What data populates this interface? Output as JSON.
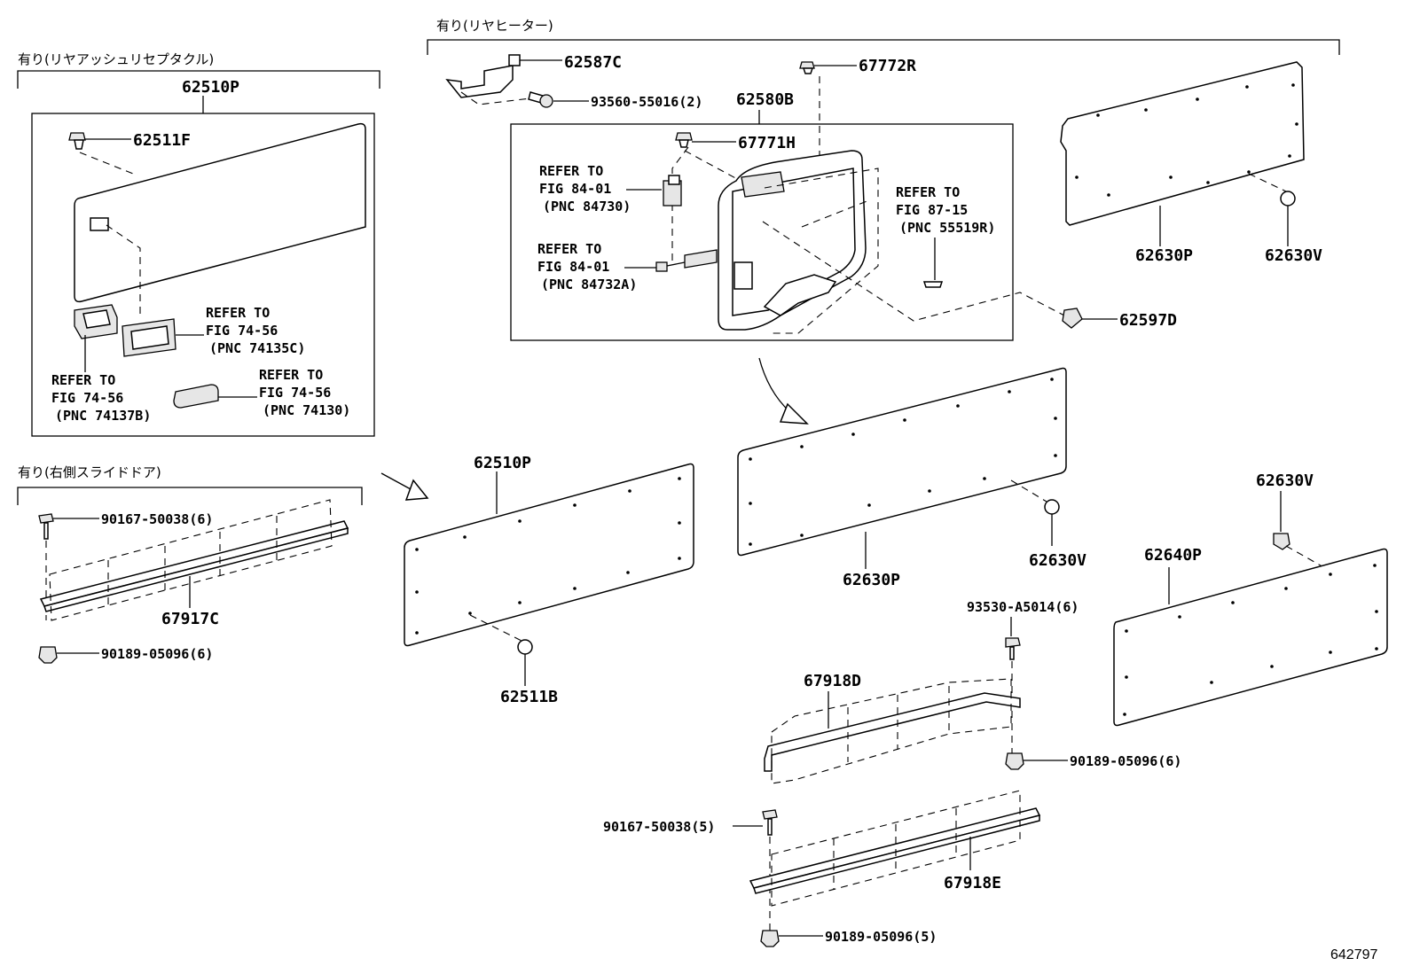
{
  "headers": {
    "rear_ashtray": "有り(リヤアッシュリセプタクル)",
    "rear_heater": "有り(リヤヒーター)",
    "right_slide_door": "有り(右側スライドドア)"
  },
  "parts": {
    "p62510P_top": "62510P",
    "p62511F": "62511F",
    "p62587C": "62587C",
    "p93560": "93560-55016(2)",
    "p62580B": "62580B",
    "p67772R": "67772R",
    "p67771H": "67771H",
    "p62630P_top": "62630P",
    "p62630V_top": "62630V",
    "p62597D": "62597D",
    "p62510P_mid": "62510P",
    "p62511B": "62511B",
    "p62630P_mid": "62630P",
    "p62630V_mid": "62630V",
    "p62630V_right": "62630V",
    "p62640P": "62640P",
    "p90167_6": "90167-50038(6)",
    "p67917C": "67917C",
    "p90189_6_left": "90189-05096(6)",
    "p93530": "93530-A5014(6)",
    "p67918D": "67918D",
    "p90189_6_right": "90189-05096(6)",
    "p90167_5": "90167-50038(5)",
    "p67918E": "67918E",
    "p90189_5": "90189-05096(5)"
  },
  "refs": {
    "r74135C": [
      "REFER TO",
      "FIG 74-56",
      "(PNC 74135C)"
    ],
    "r74137B": [
      "REFER TO",
      "FIG 74-56",
      "(PNC 74137B)"
    ],
    "r74130": [
      "REFER TO",
      "FIG 74-56",
      "(PNC 74130)"
    ],
    "r84730": [
      "REFER TO",
      "FIG 84-01",
      "(PNC 84730)"
    ],
    "r84732A": [
      "REFER TO",
      "FIG 84-01",
      "(PNC 84732A)"
    ],
    "r55519R": [
      "REFER TO",
      "FIG 87-15",
      "(PNC 55519R)"
    ]
  },
  "figure_number": "642797"
}
